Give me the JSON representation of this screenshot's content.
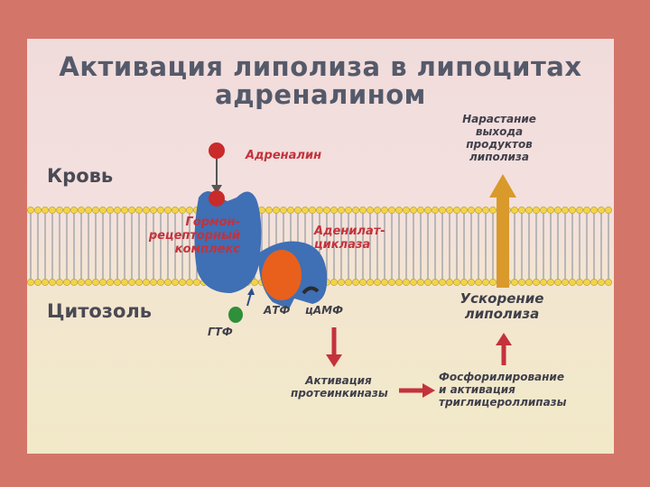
{
  "title_line1": "Активация липолиза в липоцитах",
  "title_line2": "адреналином",
  "compartments": {
    "blood": "Кровь",
    "cytosol": "Цитозоль"
  },
  "labels": {
    "adrenaline": "Адреналин",
    "receptor_1": "Гормон-",
    "receptor_2": "рецепторный",
    "receptor_3": "комплекс",
    "adenylate_1": "Аденилат-",
    "adenylate_2": "циклаза",
    "gtp": "ГТФ",
    "atp": "АТФ",
    "camp": "цАМФ",
    "pka_1": "Активация",
    "pka_2": "протеинкиназы",
    "phos_1": "Фосфорилирование",
    "phos_2": "и активация",
    "phos_3": "триглицероллипазы",
    "accel_1": "Ускорение",
    "accel_2": "липолиза",
    "output_1": "Нарастание",
    "output_2": "выхода",
    "output_3": "продуктов",
    "output_4": "липолиза"
  },
  "colors": {
    "frame": "#d4756a",
    "receptor": "#3f6fb4",
    "adenylate_cyclase": "#e8601c",
    "adrenaline": "#c92a2a",
    "gtp": "#2f8f3a",
    "arrow_red": "#c4323c",
    "membrane_head": "#f2d34a",
    "output_arrow": "#d99a2b"
  }
}
